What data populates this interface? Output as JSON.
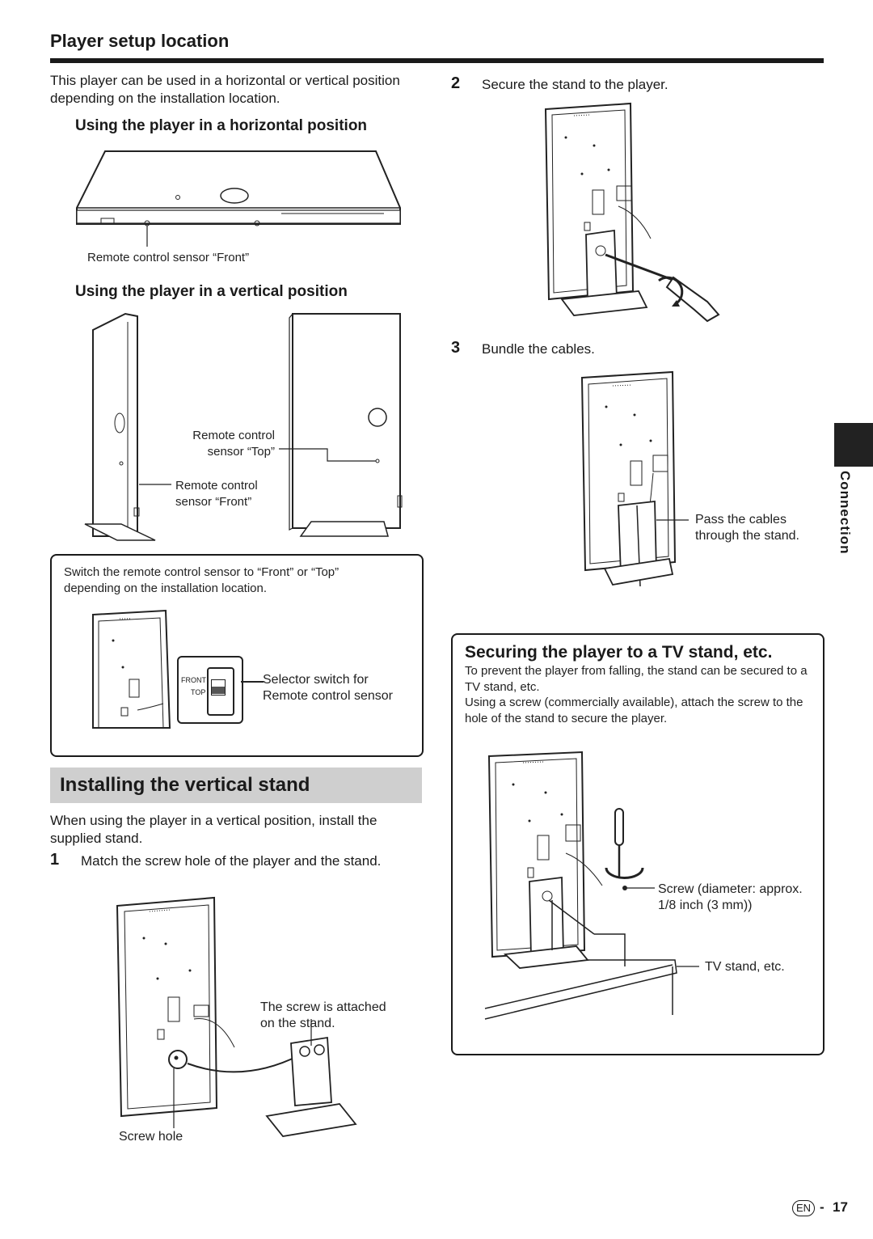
{
  "section": {
    "title": "Player setup location",
    "intro": "This player can be used in a horizontal or vertical position depending on the installation location."
  },
  "horizontal": {
    "heading": "Using the player in a horizontal position",
    "sensor_caption": "Remote control sensor “Front”"
  },
  "vertical": {
    "heading": "Using the player in a vertical position",
    "sensor_top_caption": "Remote control sensor “Top”",
    "sensor_front_caption": "Remote control sensor “Front”"
  },
  "switch_box": {
    "note": "Switch the remote control sensor to “Front” or “Top” depending on the installation location.",
    "front_label": "FRONT",
    "top_label": "TOP",
    "selector_caption": "Selector switch for Remote control sensor"
  },
  "install": {
    "title": "Installing the vertical stand",
    "intro": "When using the player in a vertical position, install the supplied stand.",
    "steps": [
      {
        "num": "1",
        "text": "Match the screw hole of the player and the stand."
      },
      {
        "num": "2",
        "text": "Secure the stand to the player."
      },
      {
        "num": "3",
        "text": "Bundle the cables."
      }
    ],
    "screw_attached_caption": "The screw is attached on the stand.",
    "screw_hole_caption": "Screw hole",
    "cables_caption": "Pass the cables through the stand."
  },
  "securing": {
    "title": "Securing the player to a TV stand, etc.",
    "para1": "To prevent the player from falling, the stand can be secured to a TV stand, etc.",
    "para2": "Using a screw (commercially available), attach the screw to the hole of the stand to secure the player.",
    "screw_caption": "Screw (diameter: approx. 1/8 inch (3 mm))",
    "tv_stand_caption": "TV stand, etc."
  },
  "side_tab": {
    "label": "Connection"
  },
  "footer": {
    "lang": "EN",
    "separator": "-",
    "page": "17"
  }
}
